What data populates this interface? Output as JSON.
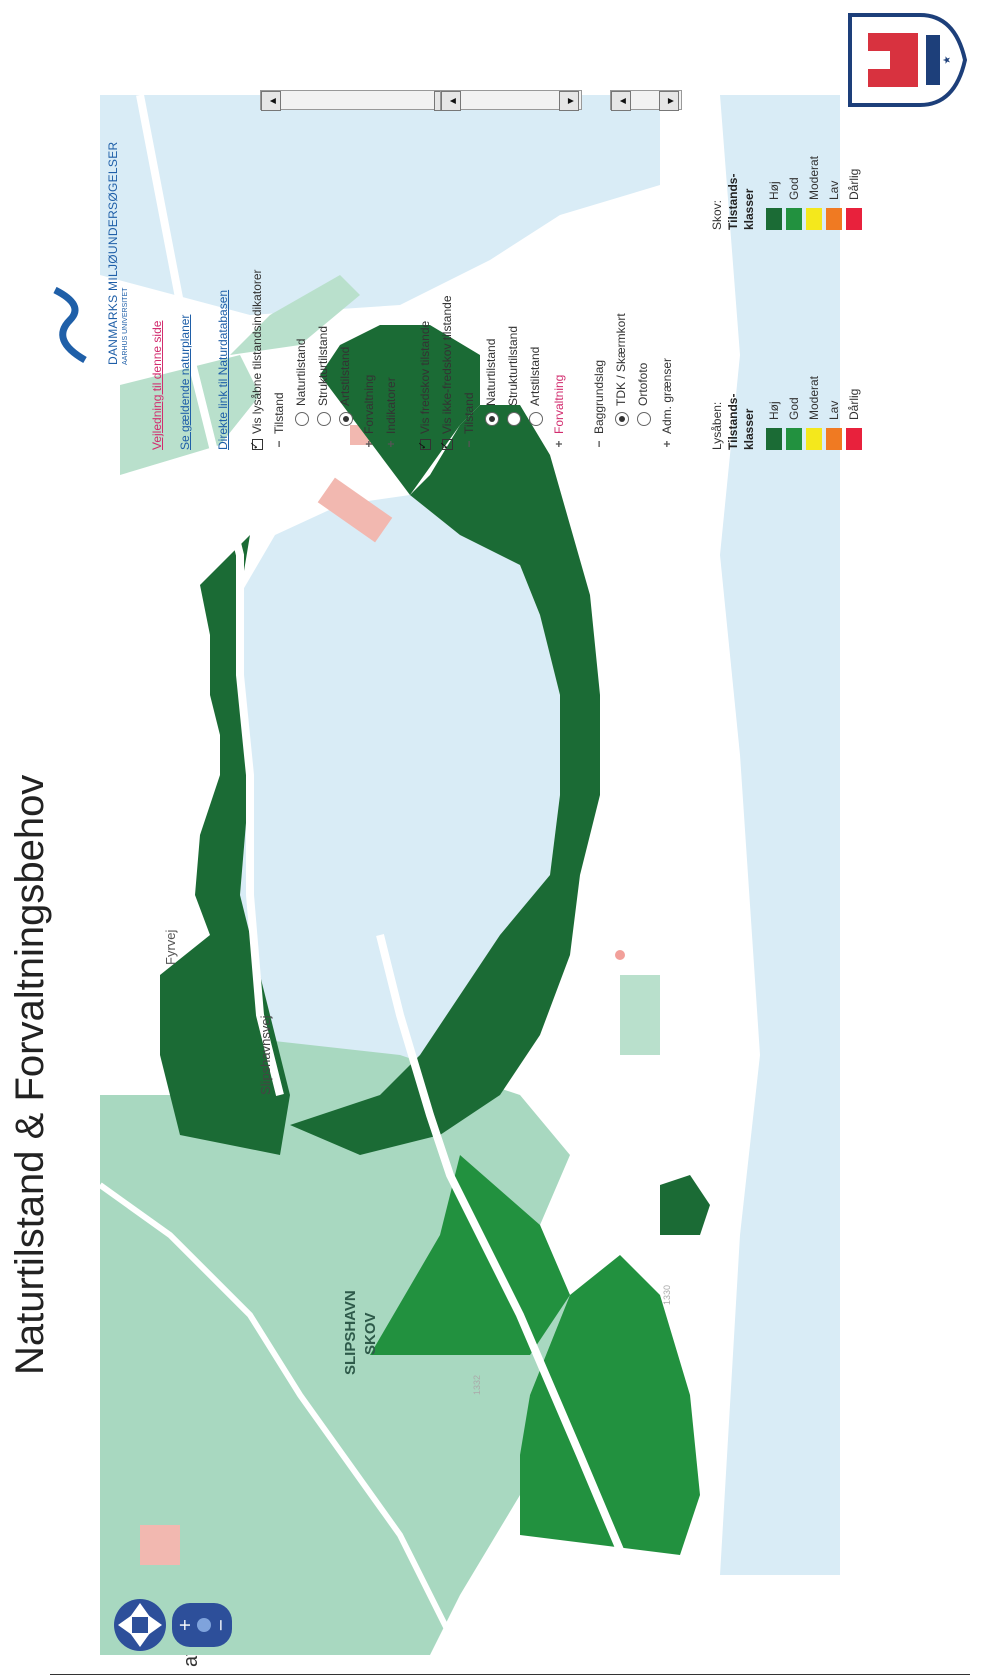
{
  "title": "Naturtilstand & Forvaltningsbehov",
  "map": {
    "labels": {
      "forest": "SLIPSHAVN\nSKOV",
      "forest_line1": "SLIPSHAVN",
      "forest_line2": "SKOV",
      "road1": "Fyrvej",
      "road2": "Slipshavnsvej",
      "parcel1": "1330",
      "parcel2": "1332"
    },
    "edge_text": "avn"
  },
  "brand": {
    "name": "DANMARKS MILJØUNDERSØGELSER",
    "sub": "AARHUS UNIVERSITET",
    "logo_icon": "dmu-wave-logo"
  },
  "crest_icon": "municipality-crest",
  "panel": {
    "link_help": "Vejledning til denne side",
    "link_plans": "Se gældende naturplaner",
    "link_db": "Direkte link til Naturdatabasen",
    "open_nature": {
      "checkbox_label": "Vis lysåbne tilstandsindikatorer",
      "tilstand": "Tilstand",
      "options": [
        "Naturtilstand",
        "Strukturtilstand",
        "Artstilstand"
      ],
      "selected": "Artstilstand",
      "forvaltning": "Forvaltning",
      "indikatorer": "Indikatorer"
    },
    "forest": {
      "checkbox_fredskov": "Vis fredskov tilstande",
      "checkbox_ikke_fredskov": "Vis ikke-fredskov tilstande",
      "tilstand": "Tilstand",
      "options": [
        "Naturtilstand",
        "Strukturtilstand",
        "Artstilstand"
      ],
      "selected": "Naturtilstand",
      "forvaltning": "Forvaltning"
    },
    "background": {
      "label": "Baggrundslag",
      "options": [
        "TDK / Skærmkort",
        "Ortofoto"
      ],
      "selected": "TDK / Skærmkort",
      "adm": "Adm. grænser"
    },
    "legend": {
      "open": {
        "heading": "Lysåben:",
        "title1": "Tilstands-",
        "title2": "klasser",
        "classes": [
          {
            "label": "Høj",
            "color": "#1b6b35"
          },
          {
            "label": "God",
            "color": "#22913f"
          },
          {
            "label": "Moderat",
            "color": "#f4e81c"
          },
          {
            "label": "Lav",
            "color": "#f07a22"
          },
          {
            "label": "Dårlig",
            "color": "#e8213c"
          }
        ]
      },
      "forest": {
        "heading": "Skov:",
        "title1": "Tilstands-",
        "title2": "klasser",
        "classes": [
          {
            "label": "Høj",
            "color": "#1b6b35"
          },
          {
            "label": "God",
            "color": "#22913f"
          },
          {
            "label": "Moderat",
            "color": "#f4e81c"
          },
          {
            "label": "Lav",
            "color": "#f07a22"
          },
          {
            "label": "Dårlig",
            "color": "#e8213c"
          }
        ]
      }
    }
  },
  "colors": {
    "water": "#d9ecf6",
    "forest_light": "#a8d8c0",
    "high": "#1b6b35",
    "good": "#22913f",
    "building": "#f2b8b0"
  }
}
